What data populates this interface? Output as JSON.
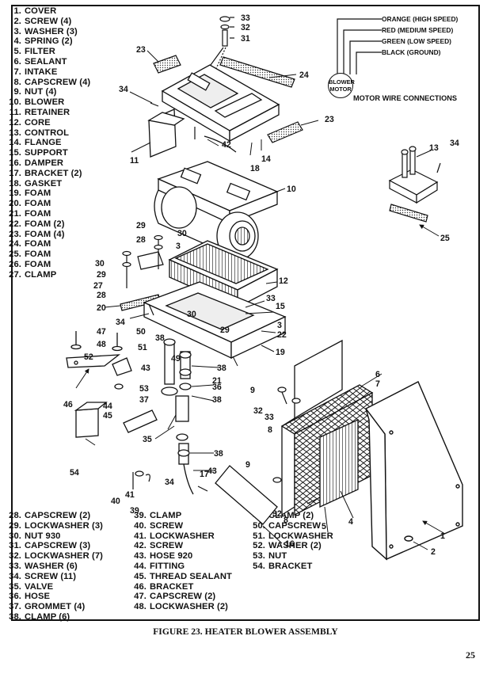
{
  "parts_top": [
    {
      "num": "1.",
      "name": "COVER"
    },
    {
      "num": "2.",
      "name": "SCREW (4)"
    },
    {
      "num": "3.",
      "name": "WASHER (3)"
    },
    {
      "num": "4.",
      "name": "SPRING (2)"
    },
    {
      "num": "5.",
      "name": "FILTER"
    },
    {
      "num": "6.",
      "name": "SEALANT"
    },
    {
      "num": "7.",
      "name": "INTAKE"
    },
    {
      "num": "8.",
      "name": "CAPSCREW (4)"
    },
    {
      "num": "9.",
      "name": "NUT (4)"
    },
    {
      "num": "10.",
      "name": "BLOWER"
    },
    {
      "num": "11.",
      "name": "RETAINER"
    },
    {
      "num": "12.",
      "name": "CORE"
    },
    {
      "num": "13.",
      "name": "CONTROL"
    },
    {
      "num": "14.",
      "name": "FLANGE"
    },
    {
      "num": "15.",
      "name": "SUPPORT"
    },
    {
      "num": "16.",
      "name": "DAMPER"
    },
    {
      "num": "17.",
      "name": "BRACKET (2)"
    },
    {
      "num": "18.",
      "name": "GASKET"
    },
    {
      "num": "19.",
      "name": "FOAM"
    },
    {
      "num": "20.",
      "name": "FOAM"
    },
    {
      "num": "21.",
      "name": "FOAM"
    },
    {
      "num": "22.",
      "name": "FOAM (2)"
    },
    {
      "num": "23.",
      "name": "FOAM (4)"
    },
    {
      "num": "24.",
      "name": "FOAM"
    },
    {
      "num": "25.",
      "name": "FOAM"
    },
    {
      "num": "26.",
      "name": "FOAM"
    },
    {
      "num": "27.",
      "name": "CLAMP"
    }
  ],
  "parts_col1": [
    {
      "num": "28.",
      "name": "CAPSCREW (2)"
    },
    {
      "num": "29.",
      "name": "LOCKWASHER (3)"
    },
    {
      "num": "30.",
      "name": "NUT 930"
    },
    {
      "num": "31.",
      "name": "CAPSCREW (3)"
    },
    {
      "num": "32.",
      "name": "LOCKWASHER (7)"
    },
    {
      "num": "33.",
      "name": "WASHER (6)"
    },
    {
      "num": "34.",
      "name": "SCREW (11)"
    },
    {
      "num": "35.",
      "name": "VALVE"
    },
    {
      "num": "36.",
      "name": "HOSE"
    },
    {
      "num": "37.",
      "name": "GROMMET (4)"
    },
    {
      "num": "38.",
      "name": "CLAMP (6)"
    }
  ],
  "parts_col2": [
    {
      "num": "39.",
      "name": "CLAMP"
    },
    {
      "num": "40.",
      "name": "SCREW"
    },
    {
      "num": "41.",
      "name": "LOCKWASHER"
    },
    {
      "num": "42.",
      "name": "SCREW"
    },
    {
      "num": "43.",
      "name": "HOSE 920"
    },
    {
      "num": "44.",
      "name": "FITTING"
    },
    {
      "num": "45.",
      "name": "THREAD SEALANT"
    },
    {
      "num": "46.",
      "name": "BRACKET"
    },
    {
      "num": "47.",
      "name": "CAPSCREW (2)"
    },
    {
      "num": "48.",
      "name": "LOCKWASHER (2)"
    }
  ],
  "parts_col3": [
    {
      "num": "49.",
      "name": "CLAMP (2)"
    },
    {
      "num": "50.",
      "name": "CAPSCREW"
    },
    {
      "num": "51.",
      "name": "LOCKWASHER"
    },
    {
      "num": "52.",
      "name": "WASHER (2)"
    },
    {
      "num": "53.",
      "name": "NUT"
    },
    {
      "num": "54.",
      "name": "BRACKET"
    }
  ],
  "wiring": {
    "wires": [
      "ORANGE (HIGH SPEED)",
      "RED (MEDIUM SPEED)",
      "GREEN (LOW SPEED)",
      "BLACK (GROUND)"
    ],
    "motor_label_line1": "BLOWER",
    "motor_label_line2": "MOTOR",
    "title": "MOTOR WIRE CONNECTIONS"
  },
  "callouts": [
    "33",
    "32",
    "31",
    "23",
    "24",
    "34",
    "23",
    "42",
    "11",
    "18",
    "14",
    "10",
    "13",
    "34",
    "25",
    "29",
    "30",
    "28",
    "3",
    "30",
    "29",
    "27",
    "28",
    "12",
    "20",
    "34",
    "33",
    "15",
    "30",
    "29",
    "3",
    "22",
    "19",
    "50",
    "47",
    "48",
    "51",
    "52",
    "38",
    "49",
    "43",
    "38",
    "21",
    "36",
    "38",
    "53",
    "37",
    "46",
    "44",
    "45",
    "35",
    "6",
    "7",
    "9",
    "32",
    "33",
    "8",
    "38",
    "54",
    "43",
    "9",
    "17",
    "34",
    "40",
    "41",
    "39",
    "32",
    "8",
    "5",
    "4",
    "16",
    "1",
    "2"
  ],
  "caption": "FIGURE 23. HEATER BLOWER ASSEMBLY",
  "page_number": "25"
}
